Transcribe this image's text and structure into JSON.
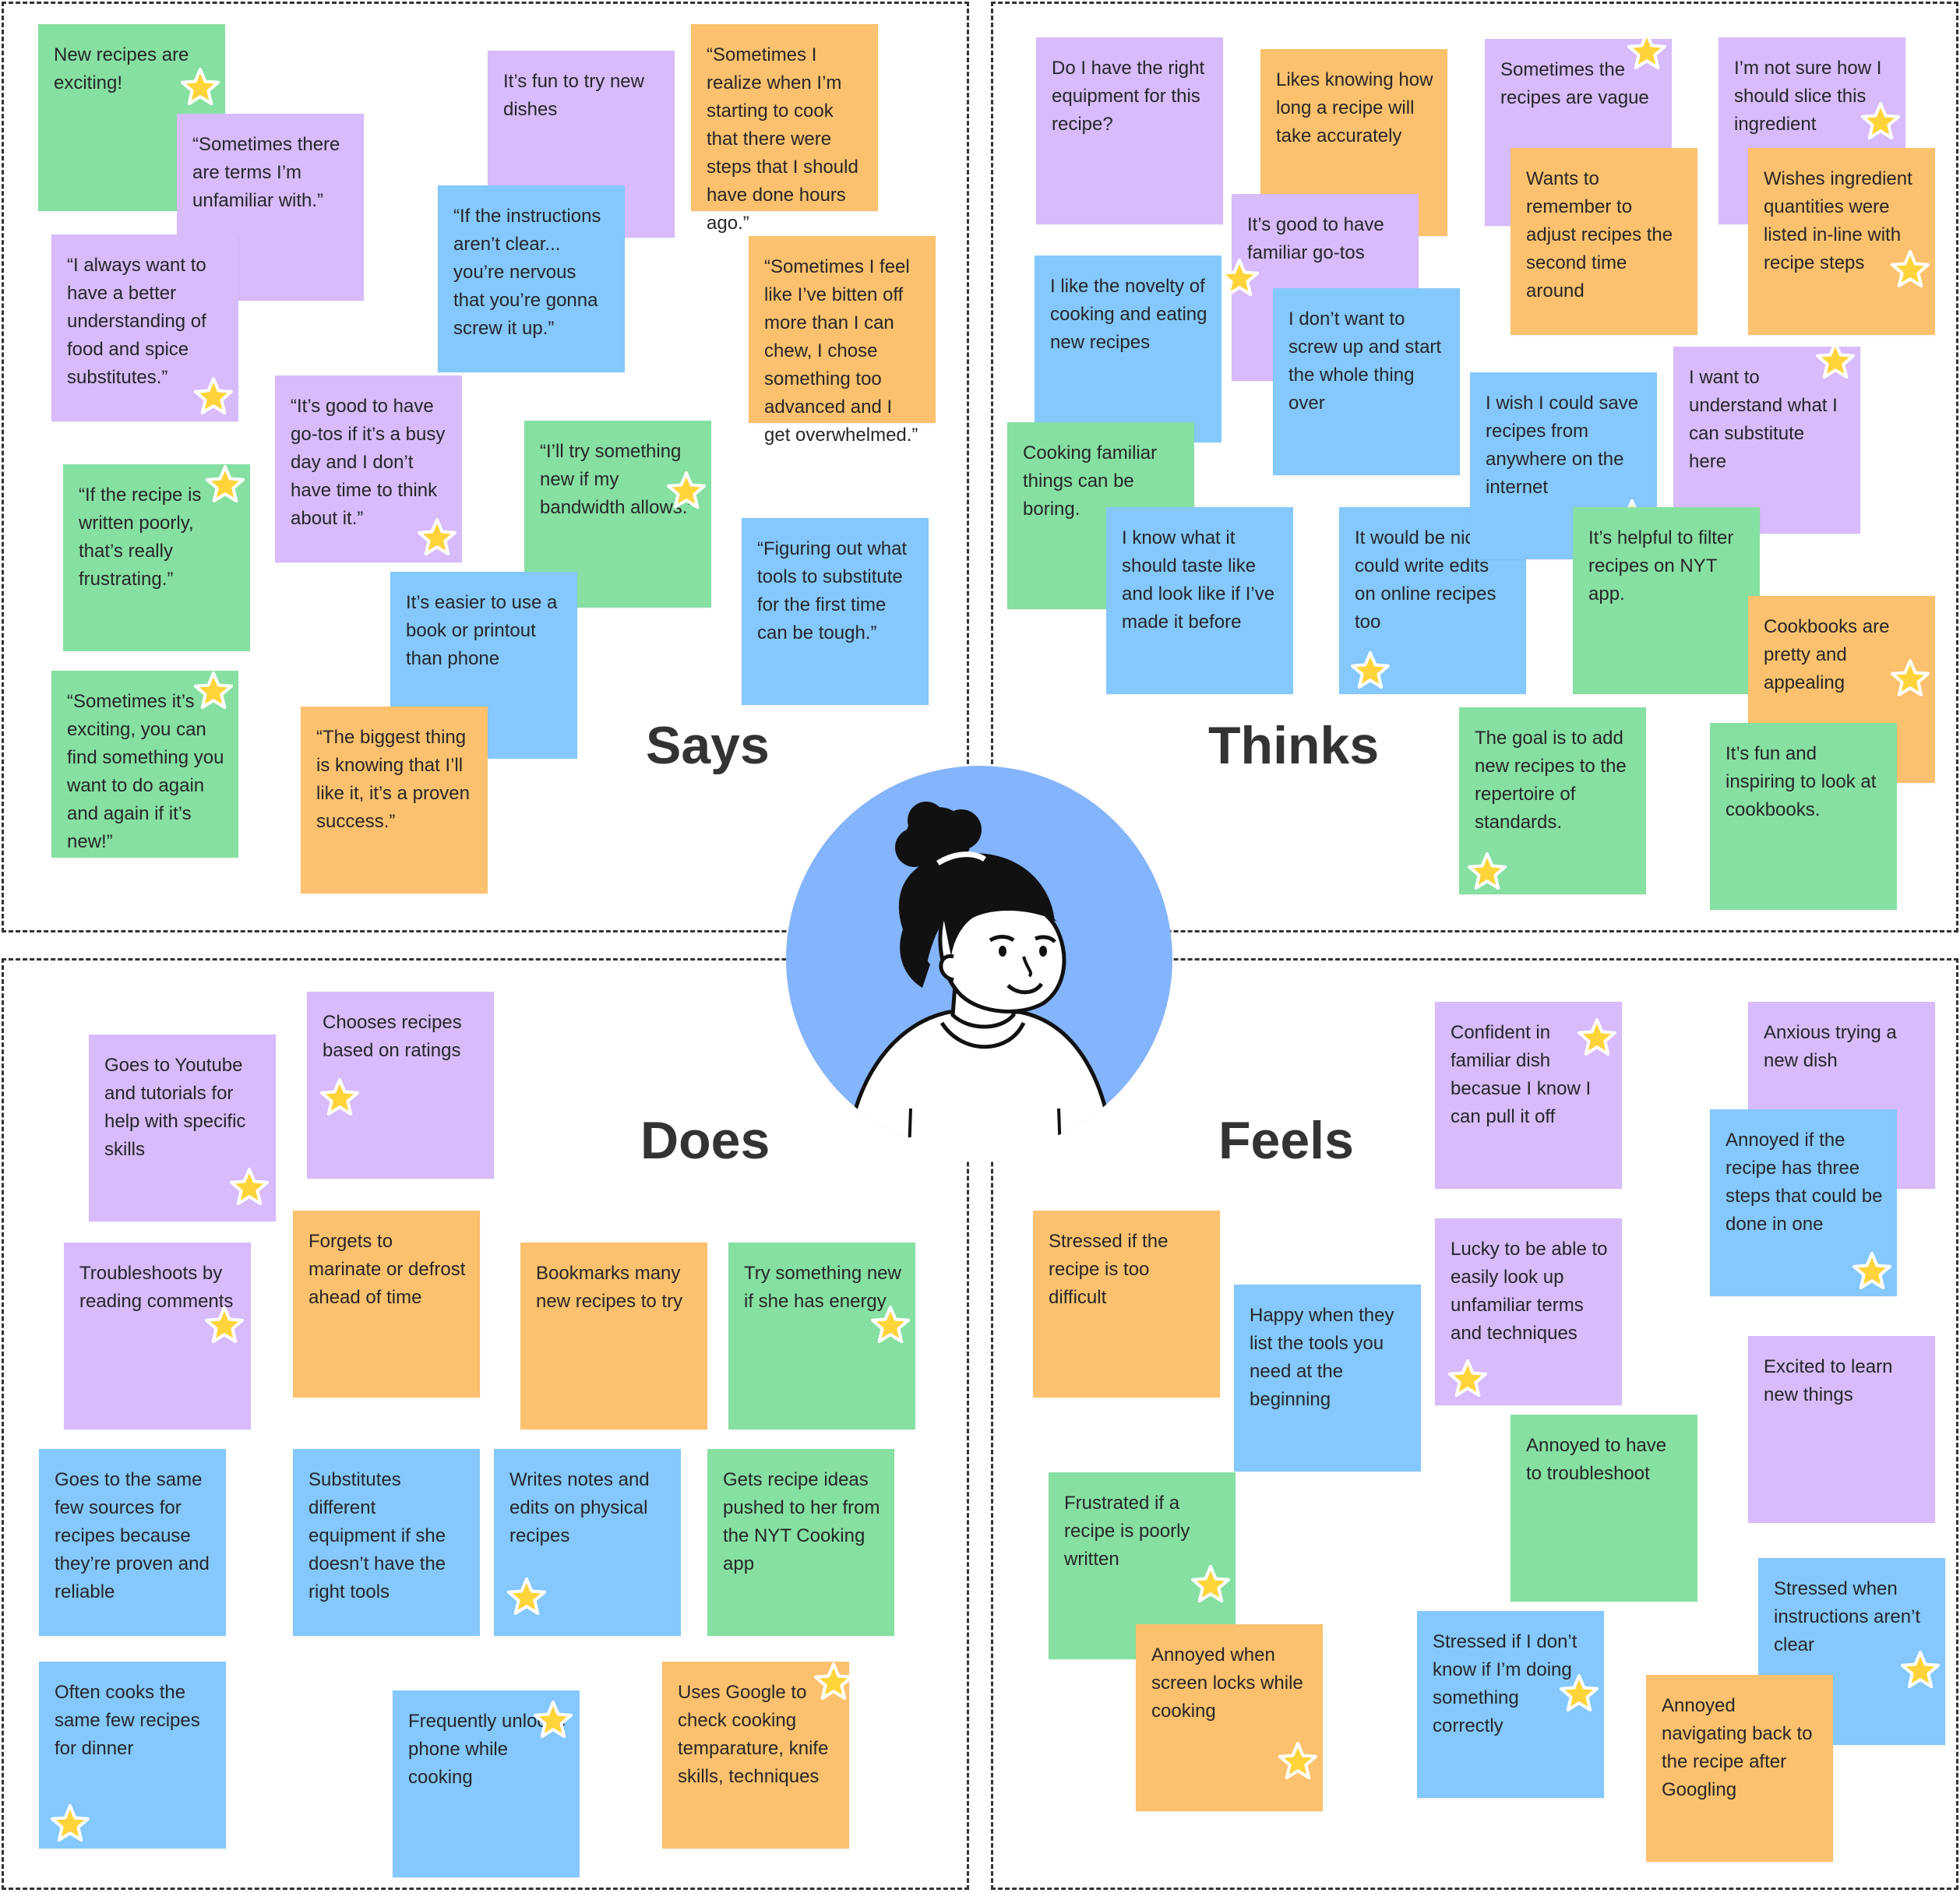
{
  "labels": {
    "says": "Says",
    "thinks": "Thinks",
    "does": "Does",
    "feels": "Feels"
  },
  "colors": {
    "green": "#86e0a2",
    "purple": "#d7bbfb",
    "orange": "#fcc16e",
    "blue": "#84c8fd",
    "persona_bg": "#84b4fb",
    "star": "#ffd43b"
  },
  "icons": {
    "star": "star-icon",
    "persona": "persona-avatar"
  },
  "says": [
    {
      "text": "New recipes are exciting!",
      "color": "green",
      "starred": true
    },
    {
      "text": "“Sometimes there are terms I’m unfamiliar with.”",
      "color": "purple",
      "starred": false
    },
    {
      "text": "“I always want to have a better understanding of food and spice substitutes.”",
      "color": "purple",
      "starred": true
    },
    {
      "text": "“If the recipe is written poorly, that’s really frustrating.”",
      "color": "green",
      "starred": true
    },
    {
      "text": "“Sometimes it’s exciting, you can find something you want to do again and again if it’s new!”",
      "color": "green",
      "starred": true
    },
    {
      "text": "It’s fun to try new dishes",
      "color": "purple",
      "starred": false
    },
    {
      "text": "“If the instructions aren’t clear... you’re nervous that you’re gonna screw it up.”",
      "color": "blue",
      "starred": false
    },
    {
      "text": "“It’s good to have go-tos if it’s a busy day and I don’t have time to think about it.”",
      "color": "purple",
      "starred": true
    },
    {
      "text": "“I’ll try something new if my bandwidth allows.”",
      "color": "green",
      "starred": true
    },
    {
      "text": "It’s easier to use a book or printout than phone",
      "color": "blue",
      "starred": false
    },
    {
      "text": "“The biggest thing is knowing that I’ll like it, it’s a proven success.”",
      "color": "orange",
      "starred": false
    },
    {
      "text": "“Sometimes I realize when I’m starting to cook that there were steps that I should have done hours ago.”",
      "color": "orange",
      "starred": false
    },
    {
      "text": "“Sometimes I feel like I’ve bitten off more than I can chew, I chose something too advanced and I get overwhelmed.”",
      "color": "orange",
      "starred": false
    },
    {
      "text": "“Figuring out what tools to substitute for the first time can be tough.”",
      "color": "blue",
      "starred": false
    }
  ],
  "thinks": [
    {
      "text": "Do I have the right equipment for this recipe?",
      "color": "purple",
      "starred": false
    },
    {
      "text": "Likes knowing how long a recipe will take accurately",
      "color": "orange",
      "starred": false
    },
    {
      "text": "It’s good to have familiar go-tos",
      "color": "purple",
      "starred": true
    },
    {
      "text": "I like the novelty of cooking and eating new recipes",
      "color": "blue",
      "starred": false
    },
    {
      "text": "I don’t want to screw up and start the whole thing over",
      "color": "blue",
      "starred": false
    },
    {
      "text": "Cooking familiar things can be boring.",
      "color": "green",
      "starred": false
    },
    {
      "text": "I know what it should taste like and look like if I’ve made it before",
      "color": "blue",
      "starred": false
    },
    {
      "text": "It would be nice if I could write edits on online recipes too",
      "color": "blue",
      "starred": true
    },
    {
      "text": "Sometimes the recipes are vague",
      "color": "purple",
      "starred": true
    },
    {
      "text": "Wants to remember to adjust recipes the second time around",
      "color": "orange",
      "starred": false
    },
    {
      "text": "I wish I could save recipes from anywhere on the internet",
      "color": "blue",
      "starred": true
    },
    {
      "text": "I’m not sure how I should slice this ingredient",
      "color": "purple",
      "starred": true
    },
    {
      "text": "Wishes ingredient quantities were listed in-line with recipe steps",
      "color": "orange",
      "starred": true
    },
    {
      "text": "I want to understand what I can substitute here",
      "color": "purple",
      "starred": true
    },
    {
      "text": "It’s helpful to filter recipes on NYT app.",
      "color": "green",
      "starred": false
    },
    {
      "text": "Cookbooks are pretty and appealing",
      "color": "orange",
      "starred": true
    },
    {
      "text": "The goal is to add new recipes to the repertoire of standards.",
      "color": "green",
      "starred": true
    },
    {
      "text": "It’s fun and inspiring to look at cookbooks.",
      "color": "green",
      "starred": false
    }
  ],
  "does": [
    {
      "text": "Goes to Youtube and tutorials for help with specific skills",
      "color": "purple",
      "starred": true
    },
    {
      "text": "Chooses recipes based on ratings",
      "color": "purple",
      "starred": true
    },
    {
      "text": "Troubleshoots by reading comments",
      "color": "purple",
      "starred": true
    },
    {
      "text": "Forgets to marinate or defrost ahead of time",
      "color": "orange",
      "starred": false
    },
    {
      "text": "Bookmarks many new recipes to try",
      "color": "orange",
      "starred": false
    },
    {
      "text": "Try something new if she has energy",
      "color": "green",
      "starred": true
    },
    {
      "text": "Goes to the same few sources for recipes because they’re proven and reliable",
      "color": "blue",
      "starred": false
    },
    {
      "text": "Substitutes different equipment if she doesn’t have the right tools",
      "color": "blue",
      "starred": false
    },
    {
      "text": "Writes notes and edits on physical recipes",
      "color": "blue",
      "starred": true
    },
    {
      "text": "Gets recipe ideas pushed to her from the NYT Cooking app",
      "color": "green",
      "starred": false
    },
    {
      "text": "Often cooks the same few recipes for dinner",
      "color": "blue",
      "starred": true
    },
    {
      "text": "Frequently unlocks phone while cooking",
      "color": "blue",
      "starred": true
    },
    {
      "text": "Uses Google to check cooking temparature, knife skills, techniques",
      "color": "orange",
      "starred": true
    }
  ],
  "feels": [
    {
      "text": "Confident in familiar dish becasue I know I can pull it off",
      "color": "purple",
      "starred": true
    },
    {
      "text": "Anxious trying a new dish",
      "color": "purple",
      "starred": false
    },
    {
      "text": "Annoyed if the recipe has three steps that could be done in one",
      "color": "blue",
      "starred": true
    },
    {
      "text": "Stressed if the recipe is too difficult",
      "color": "orange",
      "starred": false
    },
    {
      "text": "Happy when they list the tools you need at the beginning",
      "color": "blue",
      "starred": false
    },
    {
      "text": "Lucky to be able to easily look up unfamiliar terms and techniques",
      "color": "purple",
      "starred": true
    },
    {
      "text": "Excited to learn new things",
      "color": "purple",
      "starred": false
    },
    {
      "text": "Annoyed to have to troubleshoot",
      "color": "green",
      "starred": false
    },
    {
      "text": "Frustrated if a recipe is poorly written",
      "color": "green",
      "starred": true
    },
    {
      "text": "Annoyed when screen locks while cooking",
      "color": "orange",
      "starred": true
    },
    {
      "text": "Stressed if I don’t know if I’m doing something correctly",
      "color": "blue",
      "starred": true
    },
    {
      "text": "Stressed when instructions aren’t clear",
      "color": "blue",
      "starred": true
    },
    {
      "text": "Annoyed navigating back to the recipe after Googling",
      "color": "orange",
      "starred": false
    }
  ]
}
